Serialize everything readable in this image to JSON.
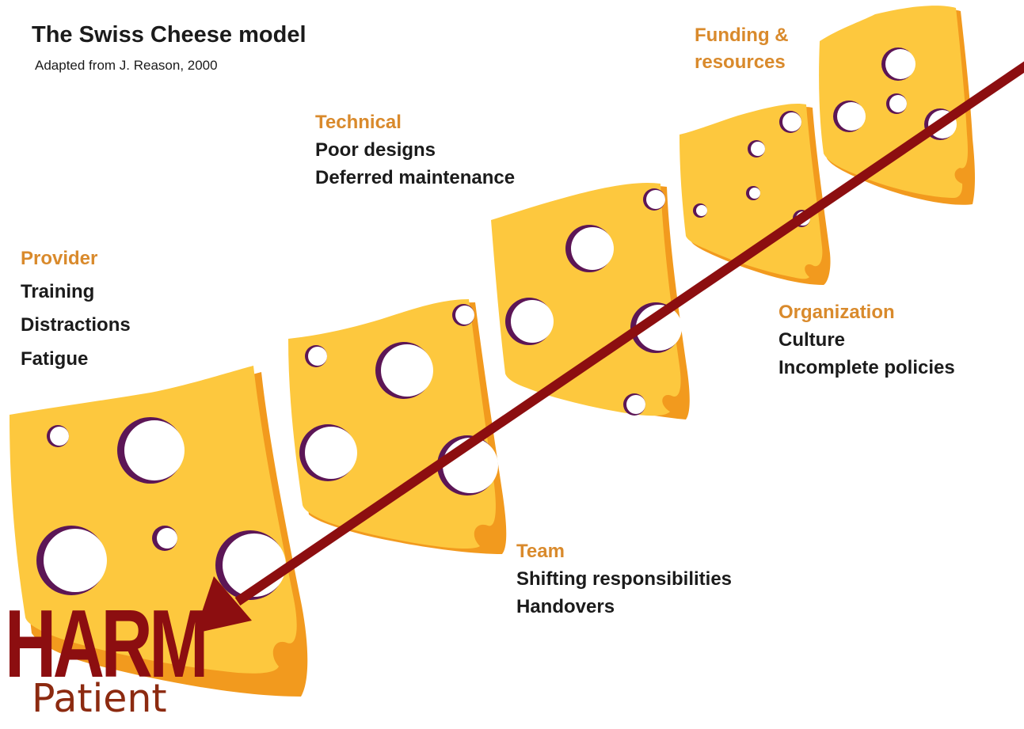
{
  "title": "The Swiss Cheese model",
  "subtitle": "Adapted from J. Reason, 2000",
  "layers": {
    "provider": {
      "heading": "Provider",
      "items": [
        "Training",
        "Distractions",
        "Fatigue"
      ]
    },
    "technical": {
      "heading": "Technical",
      "items": [
        "Poor designs",
        "Deferred maintenance"
      ]
    },
    "team": {
      "heading": "Team",
      "items": [
        "Shifting responsibilities",
        "Handovers"
      ]
    },
    "organization": {
      "heading": "Organization",
      "items": [
        "Culture",
        "Incomplete policies"
      ]
    },
    "funding": {
      "heading": "Funding &",
      "heading2": "resources"
    }
  },
  "outcome": {
    "harm": "HARM",
    "patient": "Patient"
  },
  "colors": {
    "cheese": "#fdc83e",
    "cheese_edge": "#f29a1e",
    "hole_shadow": "#5c1656",
    "arrow": "#8c0e10",
    "heading": "#d98a2c",
    "text": "#1b1b1b"
  }
}
